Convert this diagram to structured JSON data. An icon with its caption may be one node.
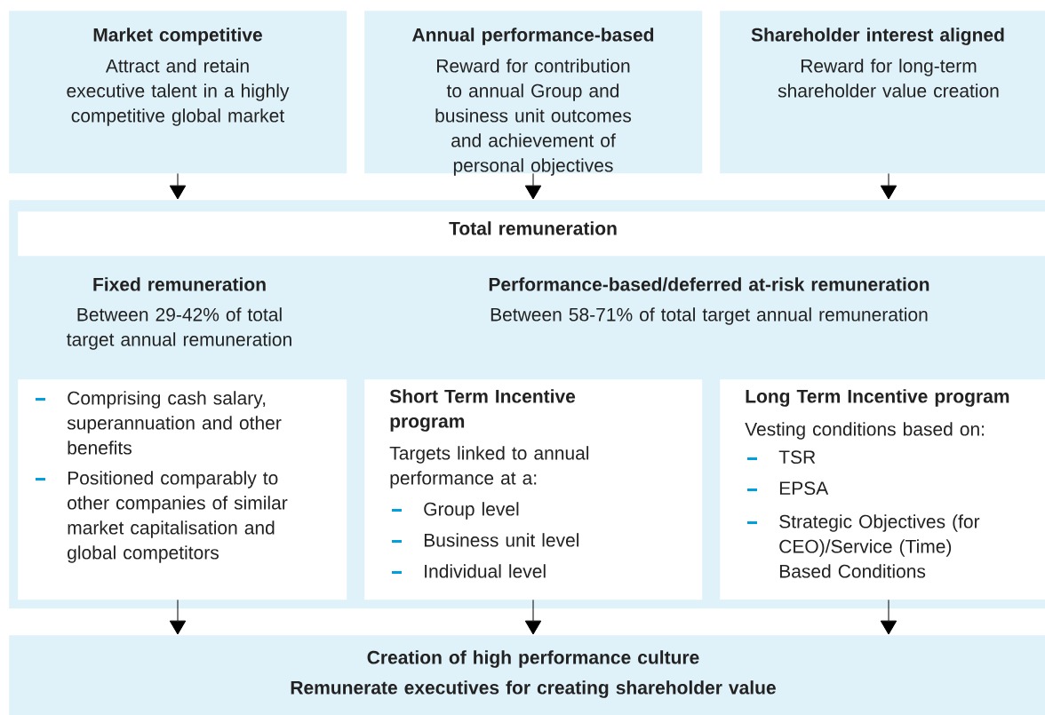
{
  "diagram": {
    "nodes": [
      {
        "text": [
          "Market competitive",
          "Attract and retain executive talent in a highly competitive global market"
        ]
      },
      {
        "text": [
          "Annual performance-based",
          "Reward for contribution to annual Group and business unit outcomes and achievement of personal objectives"
        ]
      },
      {
        "text": [
          "Shareholder interest aligned",
          "Reward for long-term shareholder value creation"
        ]
      },
      {
        "text": [
          "Fixed remuneration",
          "Between 29-42% of total target annual remuneration",
          "Performance-based/deferred at-risk remuneration",
          "Between 58-71% of total target annual remuneration"
        ]
      },
      {
        "text": [
          "Total remuneration"
        ],
        "in": 3
      },
      {
        "text": [
          "Comprising cash salary, superannuation and other benefits",
          "Positioned comparably to other companies of similar market capitalisation and global competitors"
        ],
        "in": 3
      },
      {
        "text": [
          "Short Term Incentive program",
          "Targets linked to annual performance at a:",
          "Group level",
          "Business unit level",
          "Individual level"
        ],
        "in": 3
      },
      {
        "text": [
          "Long Term Incentive program",
          "Vesting conditions based on:",
          "TSR",
          "EPSA",
          "Strategic Objectives (for CEO)/Service (Time) Based Conditions"
        ],
        "in": 3
      },
      {
        "text": [
          "Creation of high performance culture",
          "Remunerate executives for creating shareholder value"
        ]
      }
    ],
    "edges": [
      {
        "from": 0,
        "to": 3,
        "arrow": "to"
      },
      {
        "from": 1,
        "to": 3,
        "arrow": "to"
      },
      {
        "from": 2,
        "to": 3,
        "arrow": "to"
      },
      {
        "from": 5,
        "to": 8,
        "arrow": "to"
      },
      {
        "from": 6,
        "to": 8,
        "arrow": "to"
      },
      {
        "from": 7,
        "to": 8,
        "arrow": "to"
      }
    ]
  }
}
